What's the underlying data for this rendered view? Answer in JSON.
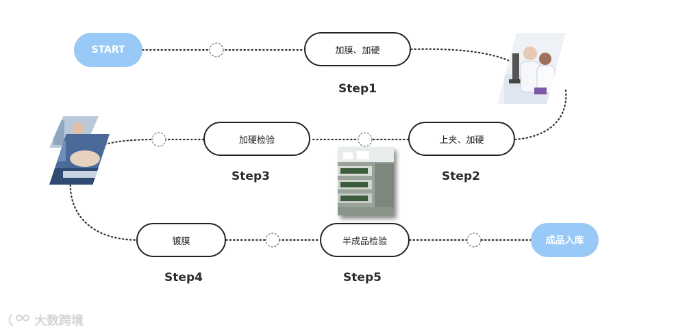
{
  "start": {
    "label": "START"
  },
  "end": {
    "label": "成品入库"
  },
  "steps": [
    {
      "box": "加膜、加硬",
      "label": "Step1"
    },
    {
      "box": "上夹、加硬",
      "label": "Step2"
    },
    {
      "box": "加硬检验",
      "label": "Step3"
    },
    {
      "box": "镀膜",
      "label": "Step4"
    },
    {
      "box": "半成品检验",
      "label": "Step5"
    }
  ],
  "watermark": {
    "text": "大数跨境"
  },
  "colors": {
    "terminal": "#99c9f7",
    "border": "#222222",
    "label": "#2b2b2b"
  }
}
